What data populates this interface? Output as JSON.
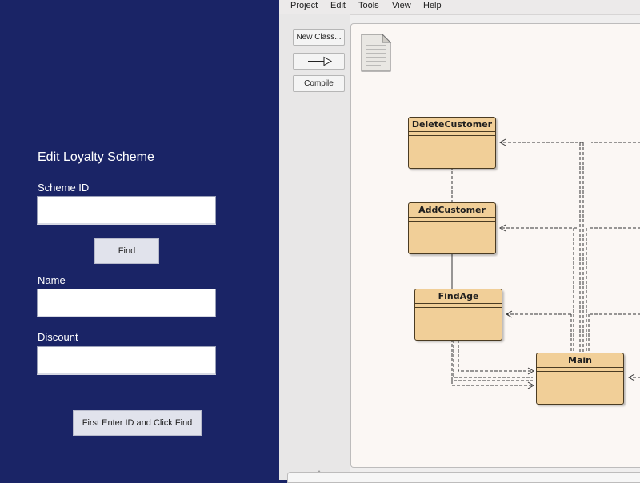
{
  "form": {
    "title": "Edit Loyalty Scheme",
    "scheme_id_label": "Scheme ID",
    "scheme_id_value": "",
    "find_button": "Find",
    "name_label": "Name",
    "name_value": "",
    "discount_label": "Discount",
    "discount_value": "",
    "submit_button": "First Enter ID and Click Find"
  },
  "ide": {
    "menu": [
      "Project",
      "Edit",
      "Tools",
      "View",
      "Help"
    ],
    "tools": {
      "new_class": "New Class...",
      "arrow_icon": "inheritance-arrow-icon",
      "compile": "Compile"
    },
    "readme_icon": "document-icon",
    "classes": [
      {
        "name": "DeleteCustomer"
      },
      {
        "name": "AddCustomer"
      },
      {
        "name": "FindAge"
      },
      {
        "name": "Main"
      }
    ]
  },
  "colors": {
    "form_background": "#1a2466",
    "class_fill": "#f1cf98",
    "class_border": "#4a3b22",
    "canvas_background": "#fbf7f4"
  }
}
